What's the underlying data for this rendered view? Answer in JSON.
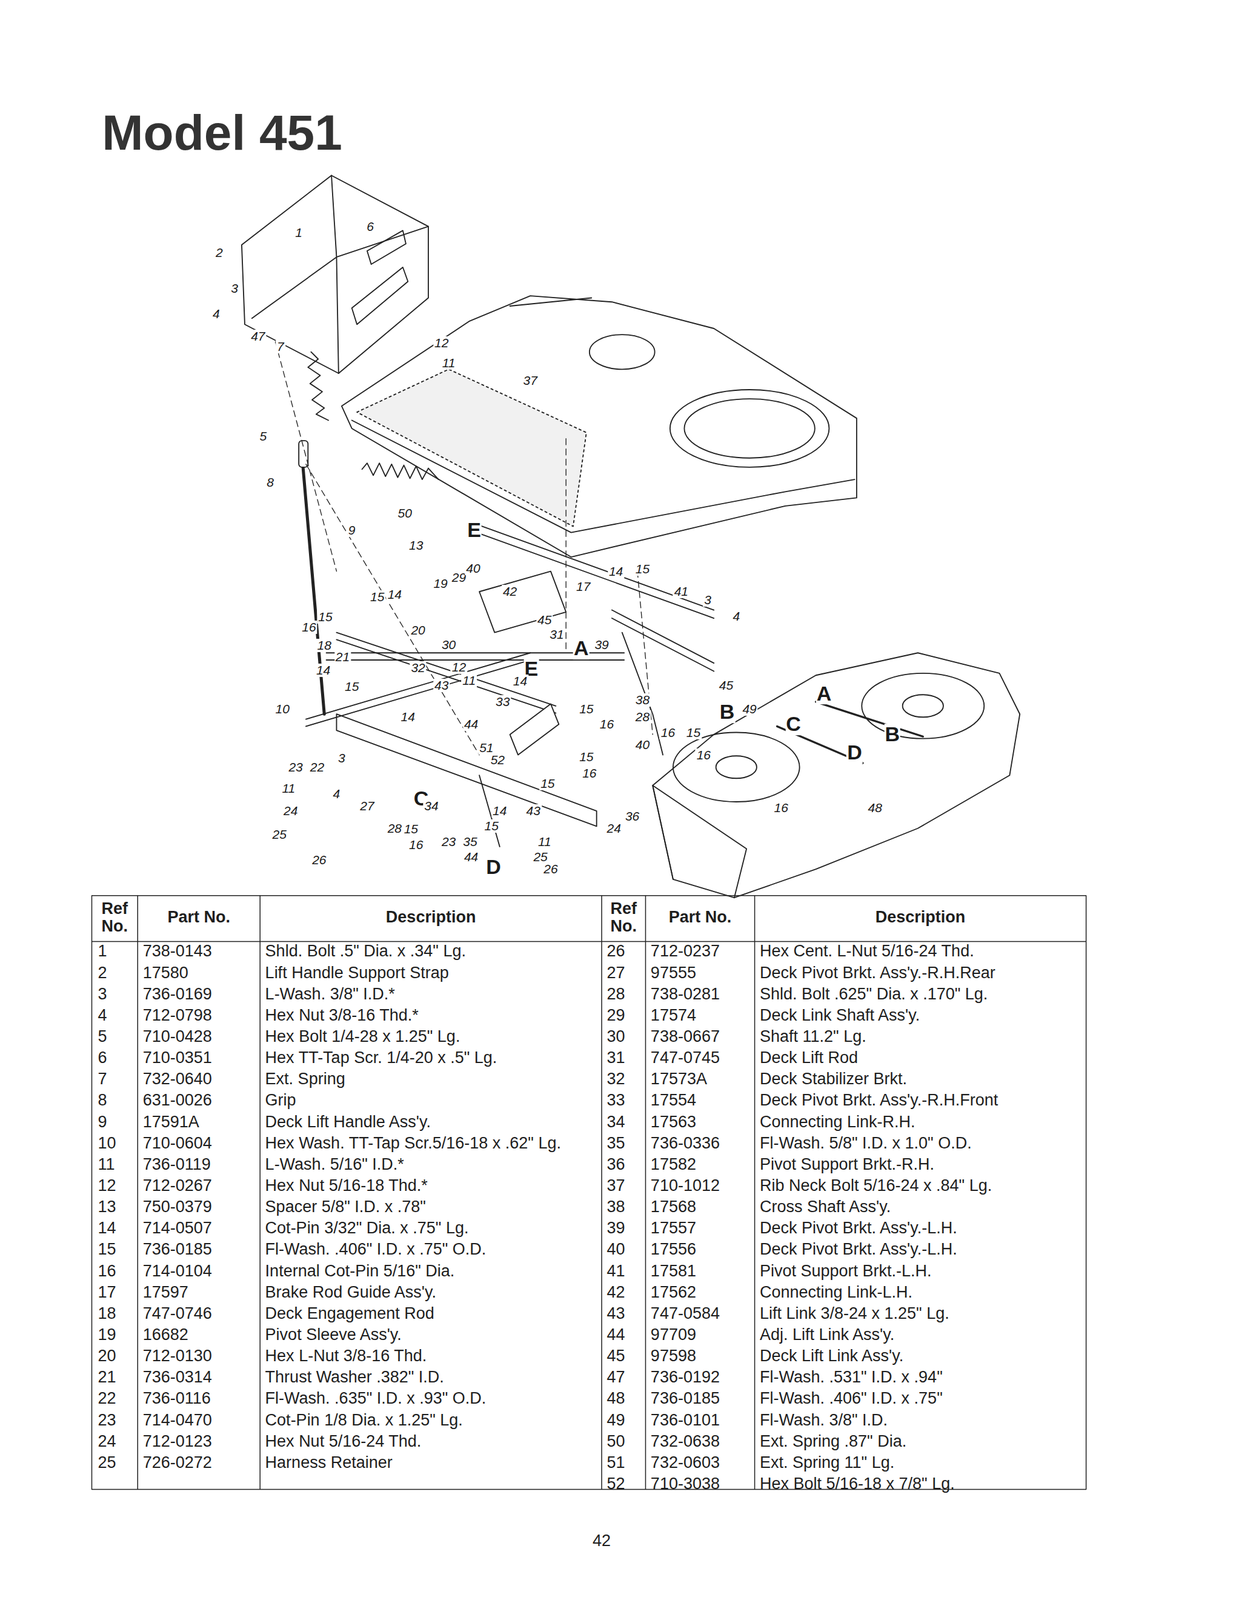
{
  "diagram": {
    "title": "Model 451",
    "labels": [
      "1",
      "2",
      "3",
      "4",
      "47",
      "7",
      "6",
      "12",
      "11",
      "37",
      "5",
      "8",
      "50",
      "E",
      "9",
      "13",
      "14",
      "15",
      "42",
      "15",
      "14",
      "19",
      "29",
      "40",
      "17",
      "41",
      "3",
      "4",
      "15",
      "16",
      "20",
      "30",
      "45",
      "31",
      "A",
      "39",
      "18",
      "21",
      "32",
      "12",
      "E",
      "14",
      "15",
      "43",
      "11",
      "14",
      "45",
      "33",
      "38",
      "B",
      "49",
      "10",
      "14",
      "15",
      "28",
      "16",
      "16",
      "15",
      "40",
      "44",
      "51",
      "52",
      "15",
      "16",
      "23",
      "22",
      "3",
      "15",
      "16",
      "16",
      "48",
      "11",
      "4",
      "24",
      "27",
      "C",
      "34",
      "14",
      "43",
      "25",
      "28",
      "15",
      "16",
      "23",
      "35",
      "15",
      "36",
      "24",
      "11",
      "26",
      "44",
      "25",
      "D",
      "26",
      "A",
      "C",
      "B",
      "D",
      "Ref No.",
      "Part No.",
      "Description",
      "Ref No.",
      "Part No.",
      "Description",
      "1",
      "738-0143",
      "Shld. Bolt .5\" Dia. x .34\" Lg.",
      "2",
      "17580",
      "Lift Handle Support Strap",
      "3",
      "736-0169",
      "L-Wash. 3/8\" I.D.*",
      "4",
      "712-0798",
      "Hex Nut 3/8-16 Thd.*",
      "5",
      "710-0428",
      "Hex Bolt 1/4-28 x 1.25\" Lg.",
      "6",
      "710-0351",
      "Hex TT-Tap Scr. 1/4-20 x .5\" Lg.",
      "7",
      "732-0640",
      "Ext. Spring",
      "8",
      "631-0026",
      "Grip",
      "9",
      "17591A",
      "Deck Lift Handle Ass'y.",
      "10",
      "710-0604",
      "Hex Wash. TT-Tap Scr.5/16-18 x .62\" Lg.",
      "11",
      "736-0119",
      "L-Wash. 5/16\" I.D.*",
      "12",
      "712-0267",
      "Hex Nut 5/16-18 Thd.*",
      "13",
      "750-0379",
      "Spacer 5/8\" I.D. x .78\"",
      "14",
      "714-0507",
      "Cot-Pin 3/32\" Dia. x .75\" Lg.",
      "15",
      "736-0185",
      "Fl-Wash. .406\" I.D. x .75\" O.D.",
      "16",
      "714-0104",
      "Internal Cot-Pin 5/16\" Dia.",
      "17",
      "17597",
      "Brake Rod Guide Ass'y.",
      "18",
      "747-0746",
      "Deck Engagement Rod",
      "19",
      "16682",
      "Pivot Sleeve Ass'y.",
      "20",
      "712-0130",
      "Hex L-Nut 3/8-16 Thd.",
      "21",
      "736-0314",
      "Thrust Washer .382\" I.D.",
      "22",
      "736-0116",
      "Fl-Wash. .635\" I.D. x .93\" O.D.",
      "23",
      "714-0470",
      "Cot-Pin 1/8 Dia. x 1.25\" Lg.",
      "24",
      "712-0123",
      "Hex Nut 5/16-24 Thd.",
      "25",
      "726-0272",
      "Harness Retainer",
      "26",
      "712-0237",
      "Hex Cent. L-Nut 5/16-24 Thd.",
      "27",
      "97555",
      "Deck Pivot Brkt. Ass'y.-R.H.Rear",
      "28",
      "738-0281",
      "Shld. Bolt .625\" Dia. x .170\" Lg.",
      "29",
      "17574",
      "Deck Link Shaft Ass'y.",
      "30",
      "738-0667",
      "Shaft 11.2\" Lg.",
      "31",
      "747-0745",
      "Deck Lift Rod",
      "32",
      "17573A",
      "Deck Stabilizer Brkt.",
      "33",
      "17554",
      "Deck Pivot Brkt. Ass'y.-R.H.Front",
      "34",
      "17563",
      "Connecting Link-R.H.",
      "35",
      "736-0336",
      "Fl-Wash. 5/8\" I.D. x 1.0\" O.D.",
      "36",
      "17582",
      "Pivot Support Brkt.-R.H.",
      "37",
      "710-1012",
      "Rib Neck Bolt 5/16-24 x .84\" Lg.",
      "38",
      "17568",
      "Cross Shaft Ass'y.",
      "39",
      "17557",
      "Deck Pivot Brkt. Ass'y.-L.H.",
      "40",
      "17556",
      "Deck Pivot Brkt. Ass'y.-L.H.",
      "41",
      "17581",
      "Pivot Support Brkt.-L.H.",
      "42",
      "17562",
      "Connecting Link-L.H.",
      "43",
      "747-0584",
      "Lift Link 3/8-24 x 1.25\" Lg.",
      "44",
      "97709",
      "Adj. Lift Link Ass'y.",
      "45",
      "97598",
      "Deck Lift Link Ass'y.",
      "47",
      "736-0192",
      "Fl-Wash. .531\" I.D. x .94\"",
      "48",
      "736-0185",
      "Fl-Wash. .406\" I.D. x .75\"",
      "49",
      "736-0101",
      "Fl-Wash. 3/8\" I.D.",
      "50",
      "732-0638",
      "Ext. Spring .87\" Dia.",
      "51",
      "732-0603",
      "Ext. Spring 11\" Lg.",
      "52",
      "710-3038",
      "Hex Bolt 5/16-18 x 7/8\" Lg.",
      "42"
    ]
  }
}
